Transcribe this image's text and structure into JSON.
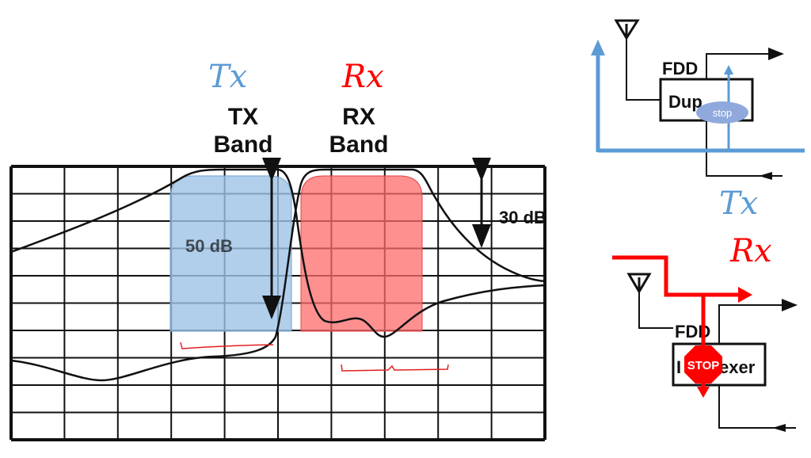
{
  "chart": {
    "tx_symbol": "Tx",
    "rx_symbol": "Rx",
    "tx_band_line1": "TX",
    "tx_band_line2": "Band",
    "rx_band_line1": "RX",
    "rx_band_line2": "Band",
    "tx_attenuation": "50 dB",
    "rx_attenuation": "30 dB"
  },
  "tx_diagram": {
    "title": "FDD",
    "block_label": "Dup",
    "stop_label": "stop",
    "path_label": "Tx"
  },
  "rx_diagram": {
    "title": "FDD",
    "block_label_left": "I",
    "block_label_right": "exer",
    "stop_label": "STOP",
    "path_label": "Rx"
  },
  "colors": {
    "tx": "#5b9bd5",
    "rx": "#ff0000",
    "tx_fill": "#9dc3e6",
    "rx_fill": "#ff6b6b",
    "stop_oval": "#8fa9dc"
  }
}
